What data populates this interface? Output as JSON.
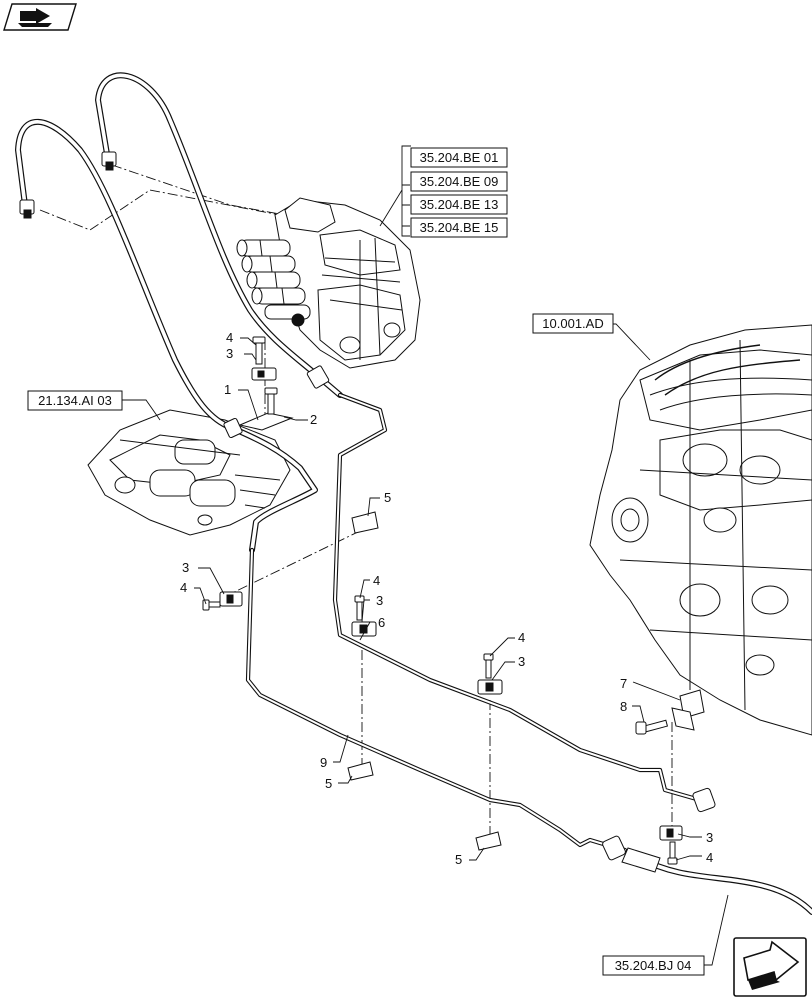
{
  "references": [
    {
      "id": "ref-35-204-be-01",
      "text": "35.204.BE 01"
    },
    {
      "id": "ref-35-204-be-09",
      "text": "35.204.BE 09"
    },
    {
      "id": "ref-35-204-be-13",
      "text": "35.204.BE 13"
    },
    {
      "id": "ref-35-204-be-15",
      "text": "35.204.BE 15"
    },
    {
      "id": "ref-10-001-ad",
      "text": "10.001.AD"
    },
    {
      "id": "ref-21-134-ai-03",
      "text": "21.134.AI 03"
    },
    {
      "id": "ref-35-204-bj-04",
      "text": "35.204.BJ 04"
    }
  ],
  "callouts": {
    "c1": "1",
    "c2": "2",
    "c3a": "3",
    "c3b": "3",
    "c3c": "3",
    "c3d": "3",
    "c3e": "3",
    "c4a": "4",
    "c4b": "4",
    "c4c": "4",
    "c4d": "4",
    "c4e": "4",
    "c5a": "5",
    "c5b": "5",
    "c5c": "5",
    "c6": "6",
    "c7": "7",
    "c8": "8",
    "c9": "9"
  },
  "icons": {
    "top_left": "view-orientation-icon",
    "bottom_right": "navigate-next-icon"
  }
}
